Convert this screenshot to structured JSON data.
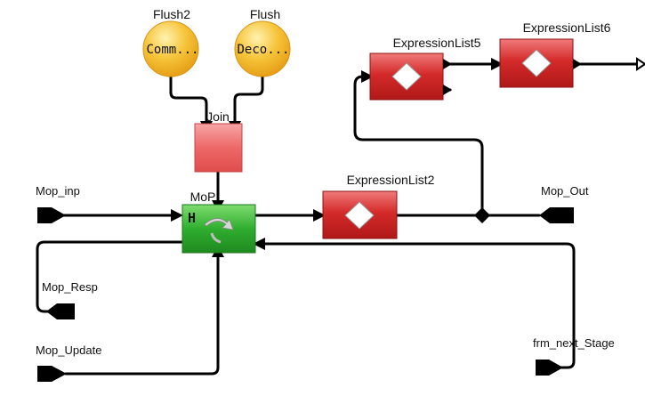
{
  "ports": {
    "mop_inp": "Mop_inp",
    "mop_resp": "Mop_Resp",
    "mop_update": "Mop_Update",
    "mop_out": "Mop_Out",
    "frm_next_stage": "frm_next_Stage"
  },
  "sources": {
    "flush2": {
      "title": "Flush2",
      "text": "Comm..."
    },
    "flush": {
      "title": "Flush",
      "text": "Deco..."
    }
  },
  "blocks": {
    "join": "Join",
    "mop": "MoP",
    "mop_glyph": "H",
    "expression_list2": "ExpressionList2",
    "expression_list5": "ExpressionList5",
    "expression_list6": "ExpressionList6"
  },
  "colors": {
    "expression_red": "#d42a2a",
    "join_red": "#ef6b6b",
    "mop_green": "#2fae2f",
    "source_yellow": "#f2b51c",
    "wire": "#000000"
  }
}
